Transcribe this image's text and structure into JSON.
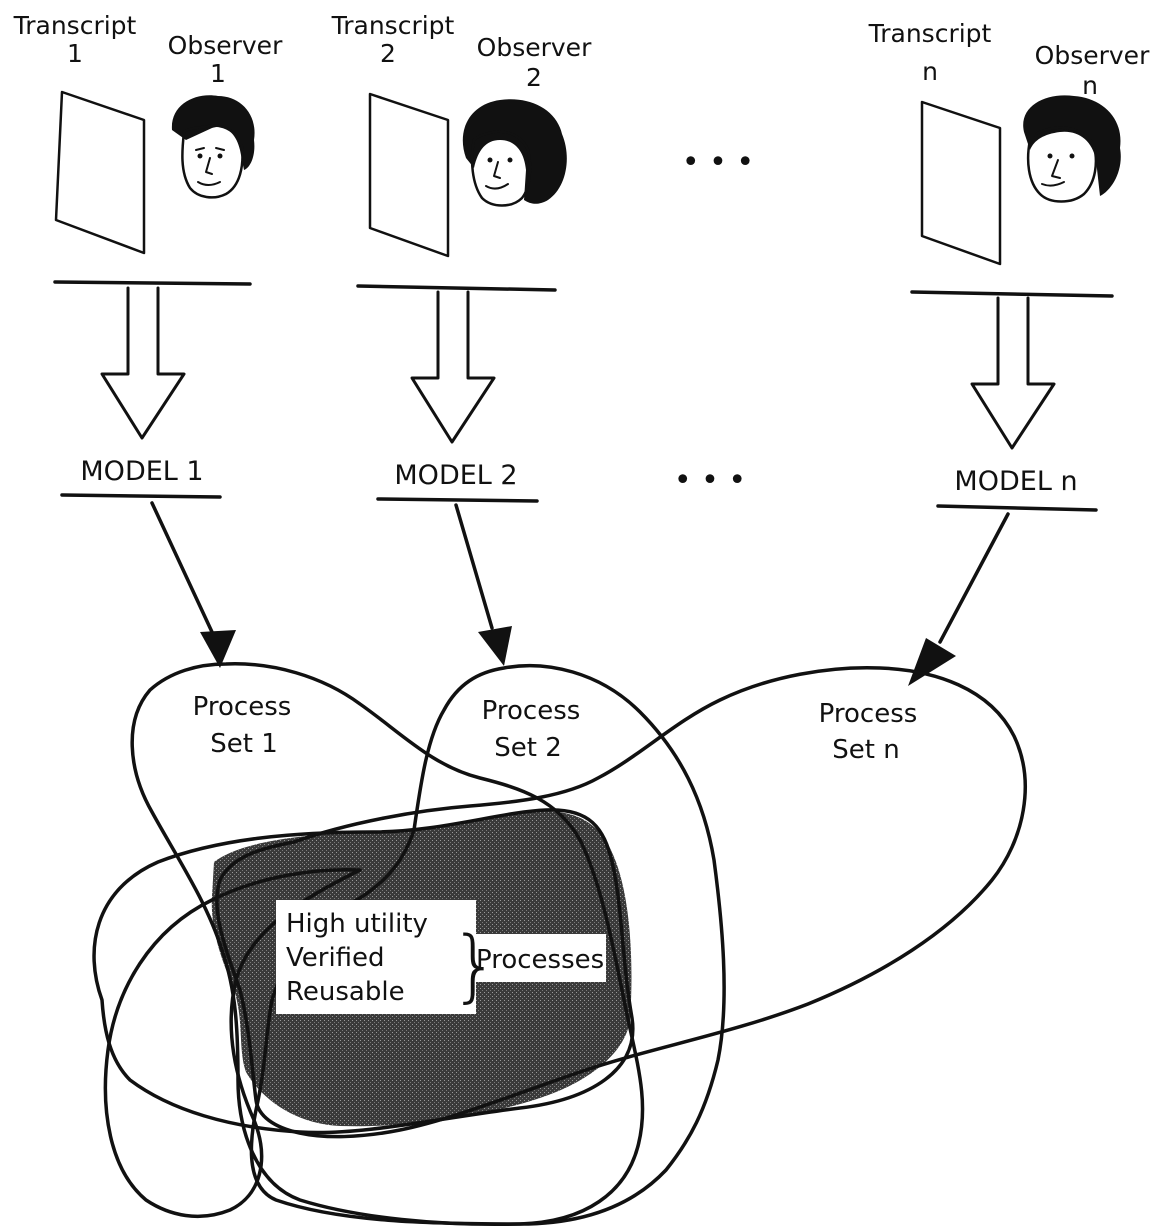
{
  "colors": {
    "ink": "#111111",
    "background": "#ffffff",
    "shaded_region": "#3f3f3f"
  },
  "columns": [
    {
      "transcript_label": "Transcript",
      "transcript_index": "1",
      "observer_label": "Observer",
      "observer_index": "1",
      "model_label": "MODEL 1",
      "process_set_label": "Process",
      "process_set_index": "Set 1"
    },
    {
      "transcript_label": "Transcript",
      "transcript_index": "2",
      "observer_label": "Observer",
      "observer_index": "2",
      "model_label": "MODEL 2",
      "process_set_label": "Process",
      "process_set_index": "Set 2"
    },
    {
      "transcript_label": "Transcript",
      "transcript_index": "n",
      "observer_label": "Observer",
      "observer_index": "n",
      "model_label": "MODEL n",
      "process_set_label": "Process",
      "process_set_index": "Set n"
    }
  ],
  "ellipsis": "• • •",
  "intersection_box": {
    "lines": [
      "High utility",
      "Verified",
      "Reusable"
    ],
    "brace": "}",
    "label": "Processes"
  },
  "icons": [
    "document-icon",
    "observer-face-icon",
    "down-arrow-icon"
  ]
}
